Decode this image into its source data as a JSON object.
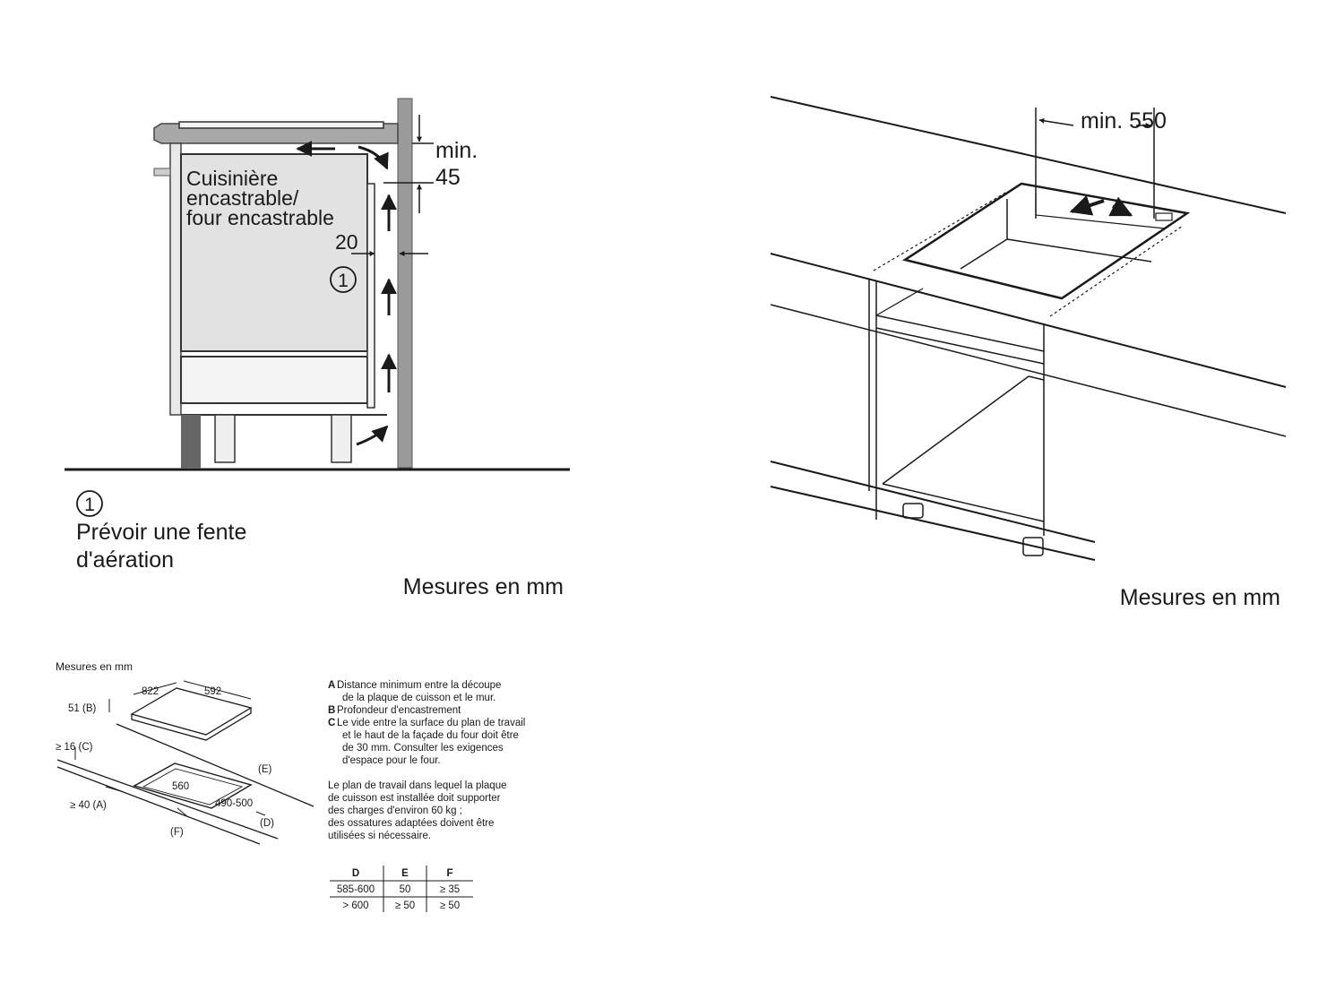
{
  "panel1": {
    "appliance_label": [
      "Cuisinière",
      "encastrable/",
      "four encastrable"
    ],
    "gap_top_label": [
      "min.",
      "45"
    ],
    "gap_side": "20",
    "marker": "1",
    "legend_marker": "1",
    "legend_text": [
      "Prévoir une fente",
      "d'aération"
    ],
    "units": "Mesures en mm"
  },
  "panel2": {
    "dimension": "min. 550",
    "units": "Mesures en mm"
  },
  "panel3": {
    "units": "Mesures en mm",
    "hob_width": "822",
    "hob_depth": "592",
    "dim_B": "51 (B)",
    "dim_C": "≥ 16 (C)",
    "dim_A": "≥ 40 (A)",
    "cutout_width": "560",
    "cutout_depth": "490-500",
    "label_E": "(E)",
    "label_D": "(D)",
    "label_F": "(F)",
    "notes": [
      {
        "key": "A",
        "lines": [
          "Distance minimum entre la découpe",
          "de la plaque de cuisson et le mur."
        ]
      },
      {
        "key": "B",
        "lines": [
          "Profondeur d'encastrement"
        ]
      },
      {
        "key": "C",
        "lines": [
          "Le vide entre la surface du plan de travail",
          "et le haut de la façade du four doit être",
          "de 30 mm. Consulter les exigences",
          "d'espace pour le four."
        ]
      }
    ],
    "worktop_note": [
      "Le plan de travail dans lequel la plaque",
      "de cuisson est installée doit supporter",
      "des charges d'environ 60 kg ;",
      "des ossatures adaptées doivent être",
      "utilisées si nécessaire."
    ],
    "table": {
      "headers": [
        "D",
        "E",
        "F"
      ],
      "rows": [
        [
          "585-600",
          "50",
          "≥ 35"
        ],
        [
          "> 600",
          "≥ 50",
          "≥ 50"
        ]
      ]
    }
  }
}
